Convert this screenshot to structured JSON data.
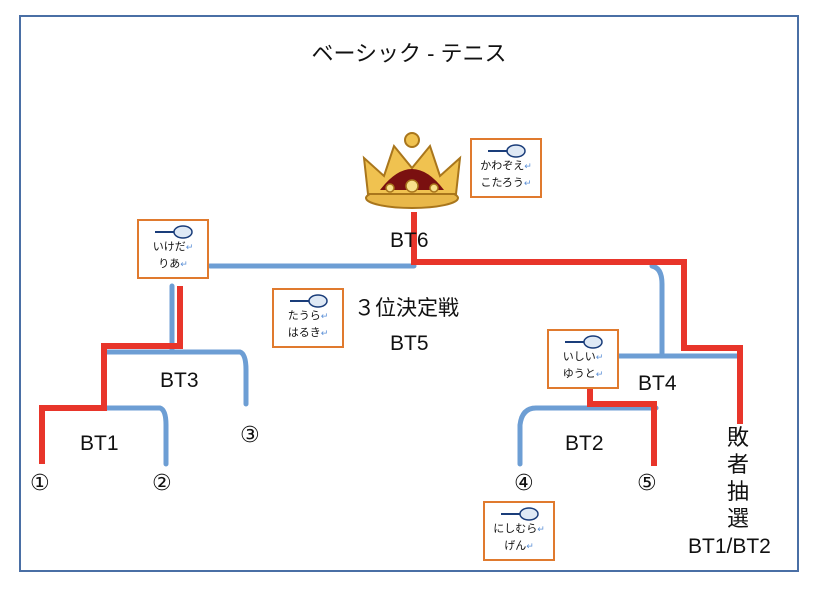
{
  "title": "ベーシック - テニス",
  "matches": {
    "bt1": "BT1",
    "bt2": "BT2",
    "bt3": "BT3",
    "bt4": "BT4",
    "bt5": "BT5",
    "bt6": "BT6",
    "third_place": "３位決定戦"
  },
  "seeds": {
    "s1": "①",
    "s2": "②",
    "s3": "③",
    "s4": "④",
    "s5": "⑤"
  },
  "players": {
    "winner": {
      "line1": "かわぞえ",
      "line2": "こたろう"
    },
    "ikedaria": {
      "line1": "いけだ",
      "line2": "りあ"
    },
    "tauraharuki": {
      "line1": "たうら",
      "line2": "はるき"
    },
    "ishiiyuuto": {
      "line1": "いしい",
      "line2": "ゆうと"
    },
    "nishimuragen": {
      "line1": "にしむら",
      "line2": "げん"
    }
  },
  "return_mark": "↵",
  "loser_draw": {
    "c1": "敗",
    "c2": "者",
    "c3": "抽",
    "c4": "選",
    "note": "BT1/BT2"
  },
  "icons": {
    "trophy": "crown-icon",
    "racket": "tennis-racket-icon"
  },
  "colors": {
    "win_line": "#e8352a",
    "bracket_line": "#6d9ed4",
    "card_border": "#e07a2e",
    "frame": "#4a6fa5"
  }
}
